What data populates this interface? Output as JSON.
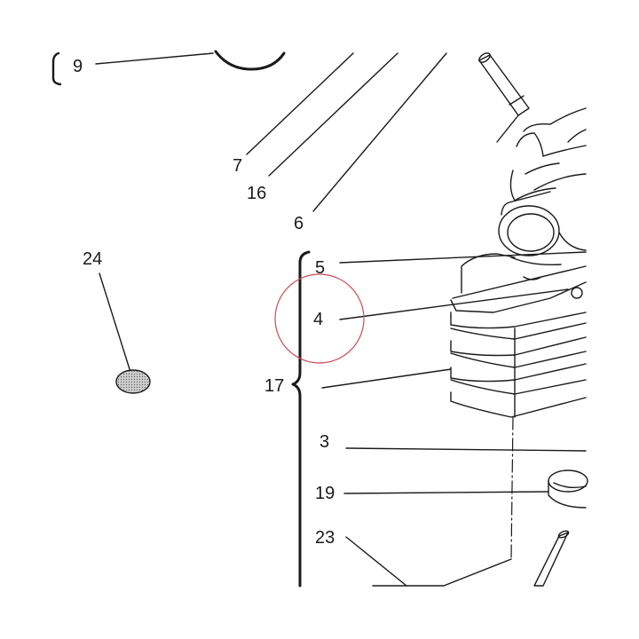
{
  "diagram": {
    "callouts": [
      {
        "id": "c9",
        "label": "9"
      },
      {
        "id": "c7",
        "label": "7"
      },
      {
        "id": "c16",
        "label": "16"
      },
      {
        "id": "c6",
        "label": "6"
      },
      {
        "id": "c24",
        "label": "24"
      },
      {
        "id": "c5",
        "label": "5"
      },
      {
        "id": "c4",
        "label": "4"
      },
      {
        "id": "c17",
        "label": "17"
      },
      {
        "id": "c3",
        "label": "3"
      },
      {
        "id": "c19",
        "label": "19"
      },
      {
        "id": "c23",
        "label": "23"
      }
    ],
    "highlight_target": "4",
    "colors": {
      "ink": "#1a1a1a",
      "highlight": "#d04a55",
      "background": "#ffffff"
    }
  }
}
